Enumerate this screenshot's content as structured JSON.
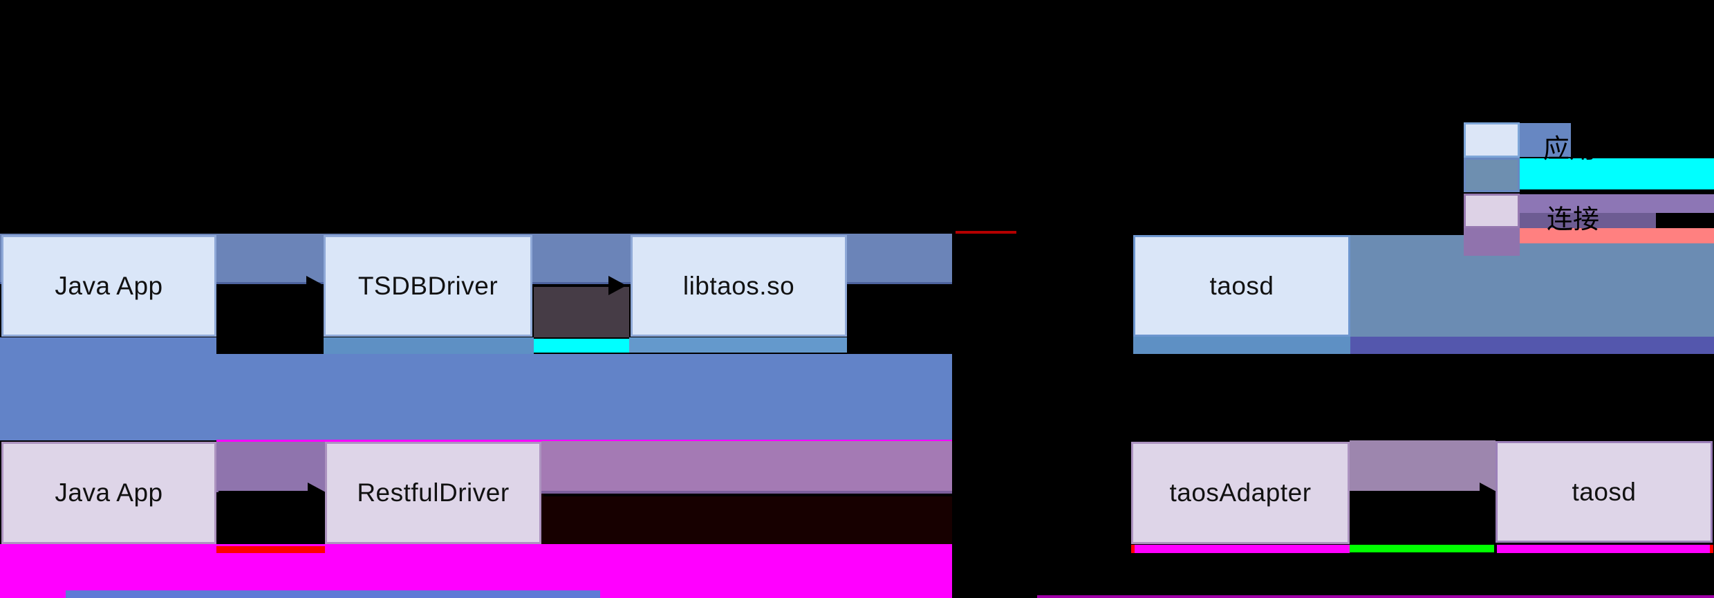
{
  "nodes": {
    "java_app_top": {
      "label": "Java App"
    },
    "tsdb_driver": {
      "label": "TSDBDriver"
    },
    "libtaos": {
      "label": "libtaos.so"
    },
    "taosd_top": {
      "label": "taosd"
    },
    "java_app_bottom": {
      "label": "Java App"
    },
    "restful_driver": {
      "label": "RestfulDriver"
    },
    "taos_adapter": {
      "label": "taosAdapter"
    },
    "taosd_bottom": {
      "label": "taosd"
    }
  },
  "legend": {
    "row1_partial_text": "应用",
    "row3_partial_text": "连接"
  },
  "colors": {
    "background": "#000000",
    "node_blue_fill": "#dae6f8",
    "node_blue_border": "#8fa9d8",
    "node_purple_fill": "#ded5e8",
    "node_purple_border": "#ad93c0",
    "top_band": "#6b84b8",
    "steel_band_right": "#6b8cb3",
    "big_blue_band": "#6283c8",
    "purple_band": "#a47ab4",
    "indigo_strip": "#5457ad",
    "cyan_strip": "#00ffff",
    "green_strip": "#00ff00",
    "magenta_band": "#ff00ff",
    "red_strip": "#ff0000",
    "salmon_band": "#ff8080",
    "maroon_block": "#463c46",
    "darkred_block": "#170000",
    "bottom_blue_strip": "#5f7ad6",
    "bottom_darkmagenta_line": "#a000a8"
  }
}
